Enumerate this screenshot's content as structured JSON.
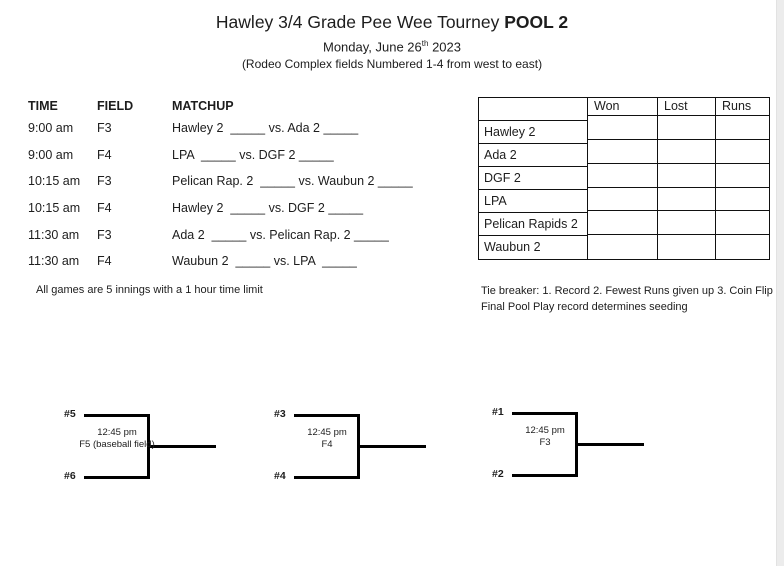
{
  "header": {
    "title_regular": "Hawley 3/4 Grade Pee Wee Tourney ",
    "title_bold": "POOL 2",
    "date_prefix": "Monday, June 26",
    "date_superscript": "th",
    "date_suffix": " 2023",
    "fields_note": "(Rodeo Complex fields Numbered 1-4 from west to east)"
  },
  "schedule": {
    "headers": {
      "time": "TIME",
      "field": "FIELD",
      "matchup": "MATCHUP"
    },
    "rows": [
      {
        "time": "9:00 am",
        "field": "F3",
        "matchup": "Hawley 2  _____ vs. Ada 2 _____"
      },
      {
        "time": "9:00 am",
        "field": "F4",
        "matchup": "LPA  _____ vs. DGF 2 _____"
      },
      {
        "time": "10:15 am",
        "field": "F3",
        "matchup": "Pelican Rap. 2  _____ vs. Waubun 2 _____"
      },
      {
        "time": "10:15 am",
        "field": "F4",
        "matchup": "Hawley 2  _____ vs. DGF 2 _____"
      },
      {
        "time": "11:30 am",
        "field": "F3",
        "matchup": "Ada 2  _____ vs. Pelican Rap. 2 _____"
      },
      {
        "time": "11:30 am",
        "field": "F4",
        "matchup": "Waubun 2  _____ vs. LPA  _____"
      }
    ],
    "note": "All games are 5 innings with a 1 hour time limit"
  },
  "standings": {
    "columns": [
      "Won",
      "Lost",
      "Runs"
    ],
    "teams": [
      "Hawley 2",
      "Ada 2",
      "DGF 2",
      "LPA",
      "Pelican Rapids 2",
      "Waubun 2"
    ]
  },
  "tiebreaker": {
    "line1": "Tie breaker: 1. Record 2. Fewest Runs given up 3. Coin Flip",
    "line2": "Final Pool Play record determines seeding"
  },
  "brackets": [
    {
      "seed_top": "#5",
      "seed_bottom": "#6",
      "time": "12:45 pm",
      "field": "F5 (baseball field)"
    },
    {
      "seed_top": "#3",
      "seed_bottom": "#4",
      "time": "12:45 pm",
      "field": "F4"
    },
    {
      "seed_top": "#1",
      "seed_bottom": "#2",
      "time": "12:45 pm",
      "field": "F3"
    }
  ]
}
